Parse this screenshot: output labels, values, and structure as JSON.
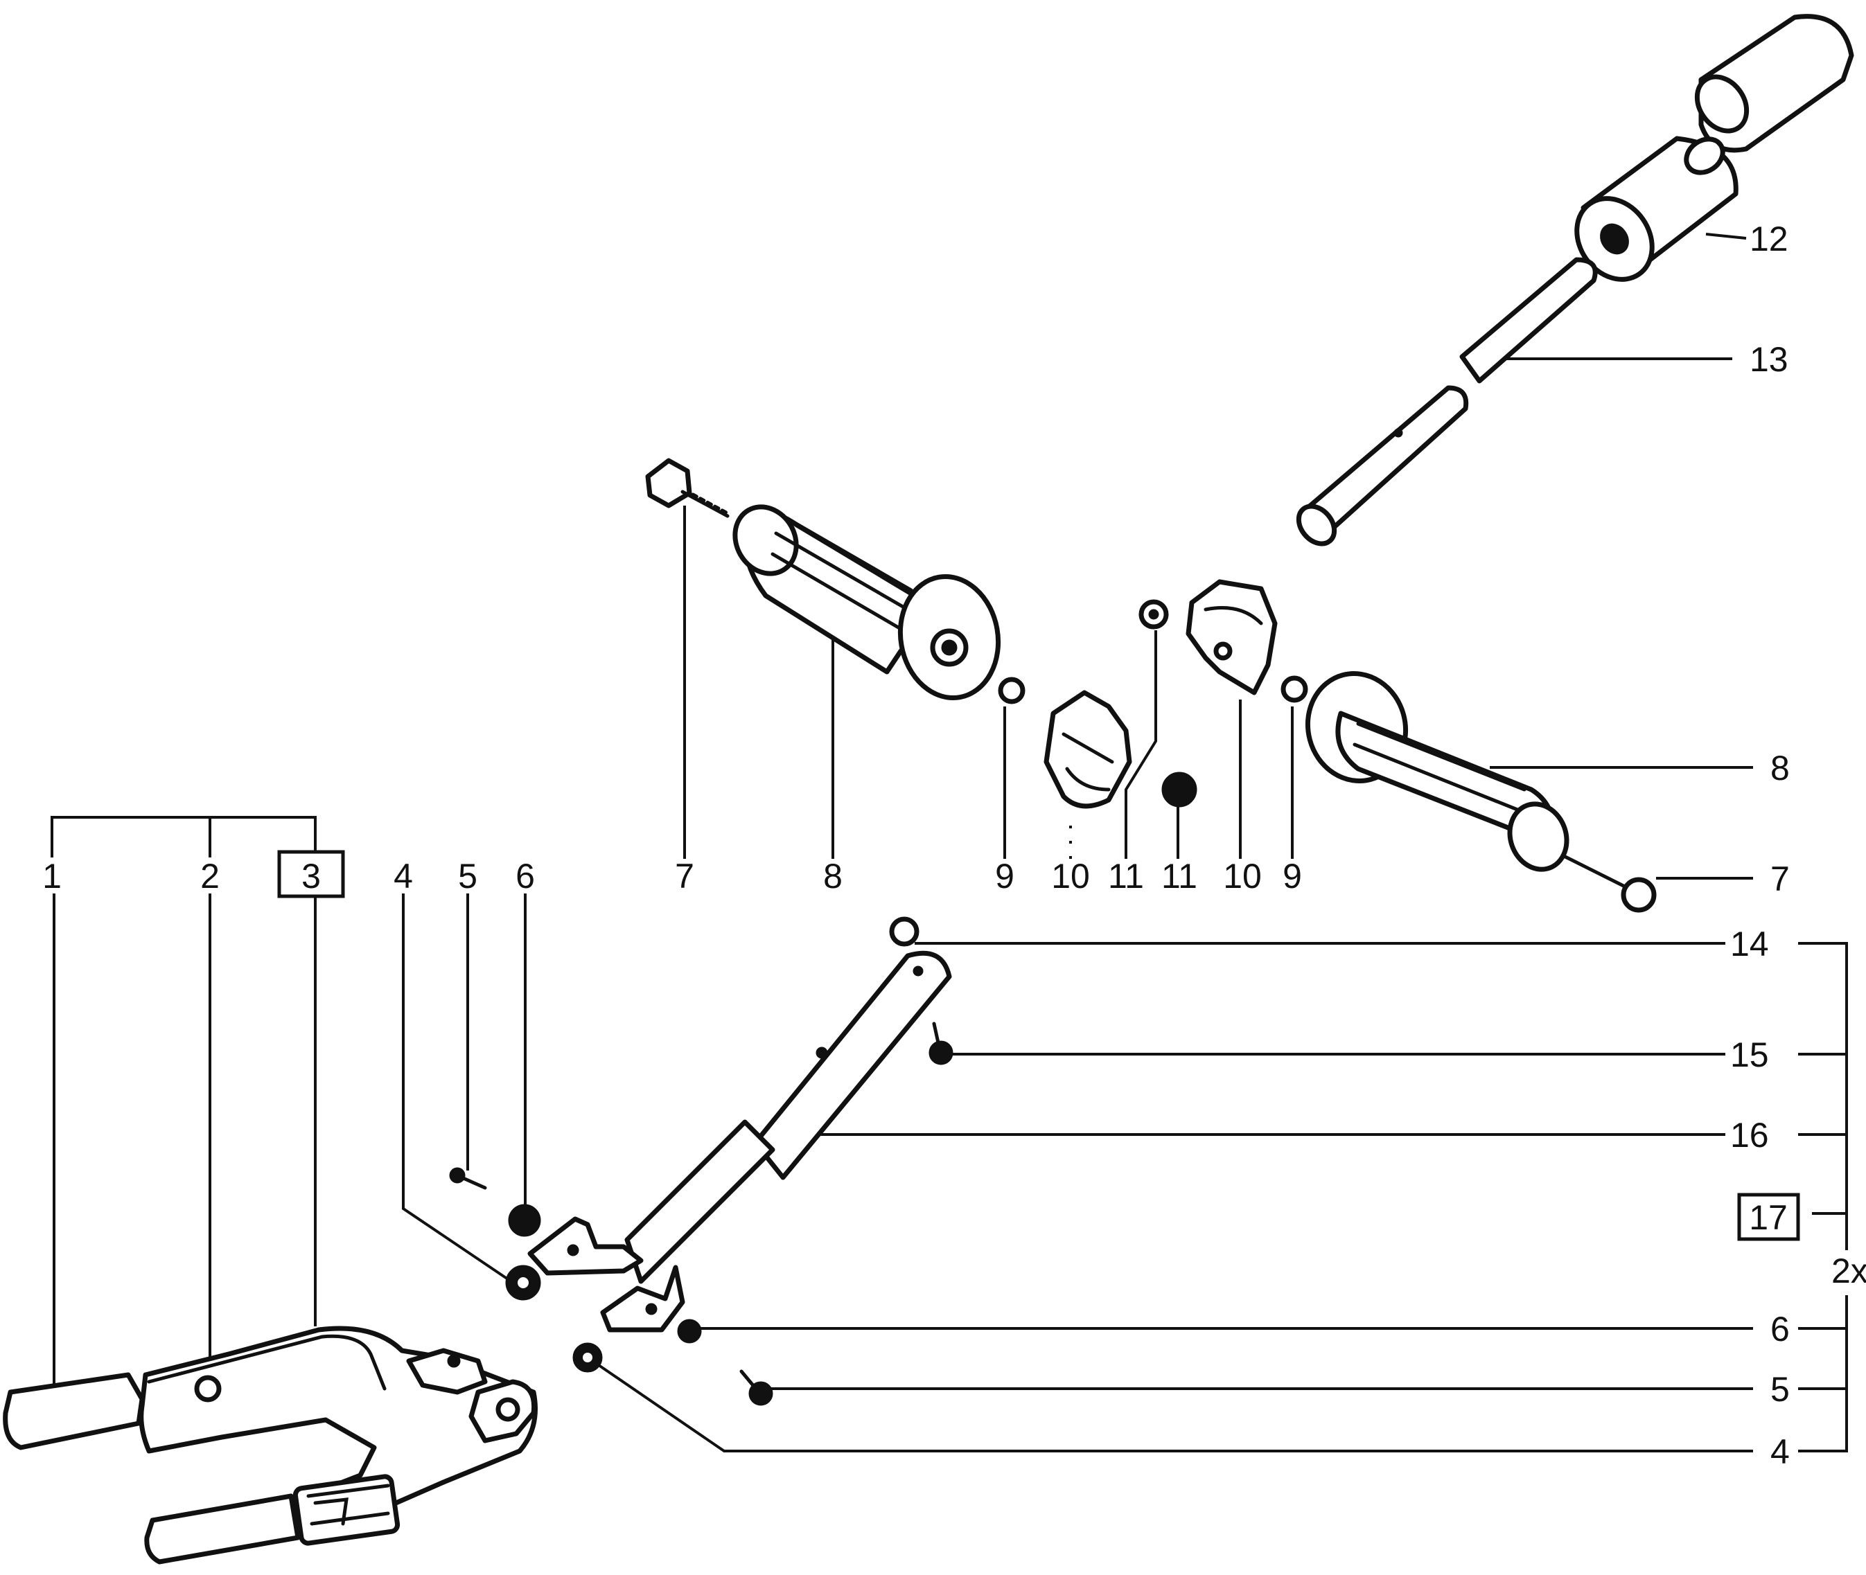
{
  "diagram": {
    "group_label": "2x",
    "callouts": {
      "c1": "1",
      "c2": "2",
      "c3": "3",
      "c4": "4",
      "c5": "5",
      "c6": "6",
      "c7": "7",
      "c8": "8",
      "c9": "9",
      "c10": "10",
      "c11": "11",
      "c11b": "11",
      "c10b": "10",
      "c9b": "9",
      "c12": "12",
      "c13": "13",
      "c8b": "8",
      "c7b": "7",
      "c14": "14",
      "c15": "15",
      "c16": "16",
      "c17": "17",
      "c6b": "6",
      "c5b": "5",
      "c4b": "4"
    },
    "boxed_callouts": [
      "3",
      "17"
    ]
  }
}
